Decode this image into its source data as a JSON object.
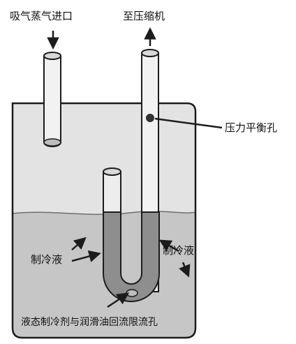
{
  "labels": {
    "inlet": "吸气蒸气进口",
    "to_compressor": "至压缩机",
    "pressure_hole": "压力平衡孔",
    "refrigerant_left": "制冷液",
    "refrigerant_right": "制冷液",
    "return_hole": "液态制冷剂与润滑油回流限流孔"
  },
  "colors": {
    "liquid": "#c6c6c6",
    "vapor_space": "#e3e3e3",
    "utube_fill": "#8e8e8e",
    "outline": "#1c1c1c",
    "background": "#ffffff"
  }
}
